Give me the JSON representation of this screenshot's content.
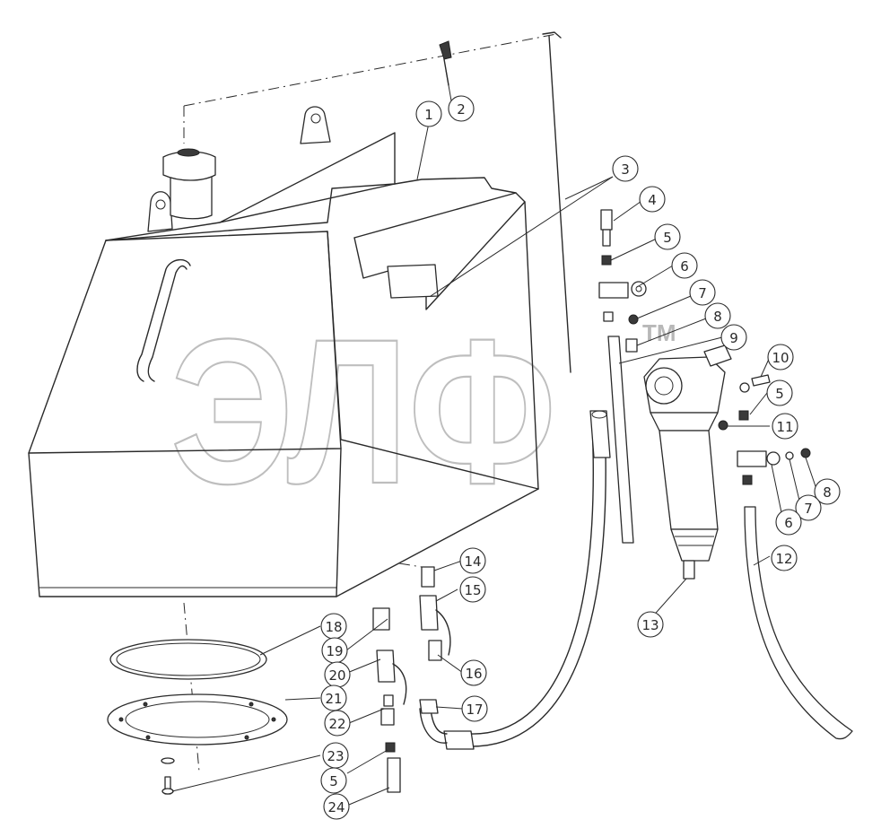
{
  "watermark": {
    "text": "ЭЛФ",
    "mark": "TM"
  },
  "callouts": [
    {
      "id": "c1",
      "label": "1"
    },
    {
      "id": "c2",
      "label": "2"
    },
    {
      "id": "c3",
      "label": "3"
    },
    {
      "id": "c4",
      "label": "4"
    },
    {
      "id": "c5a",
      "label": "5"
    },
    {
      "id": "c6a",
      "label": "6"
    },
    {
      "id": "c7a",
      "label": "7"
    },
    {
      "id": "c8a",
      "label": "8"
    },
    {
      "id": "c9",
      "label": "9"
    },
    {
      "id": "c10",
      "label": "10"
    },
    {
      "id": "c5b",
      "label": "5"
    },
    {
      "id": "c11",
      "label": "11"
    },
    {
      "id": "c8b",
      "label": "8"
    },
    {
      "id": "c7b",
      "label": "7"
    },
    {
      "id": "c6b",
      "label": "6"
    },
    {
      "id": "c12",
      "label": "12"
    },
    {
      "id": "c13",
      "label": "13"
    },
    {
      "id": "c14",
      "label": "14"
    },
    {
      "id": "c15",
      "label": "15"
    },
    {
      "id": "c16",
      "label": "16"
    },
    {
      "id": "c17",
      "label": "17"
    },
    {
      "id": "c18",
      "label": "18"
    },
    {
      "id": "c19",
      "label": "19"
    },
    {
      "id": "c20",
      "label": "20"
    },
    {
      "id": "c21",
      "label": "21"
    },
    {
      "id": "c22",
      "label": "22"
    },
    {
      "id": "c23",
      "label": "23"
    },
    {
      "id": "c5c",
      "label": "5"
    },
    {
      "id": "c24",
      "label": "24"
    }
  ]
}
